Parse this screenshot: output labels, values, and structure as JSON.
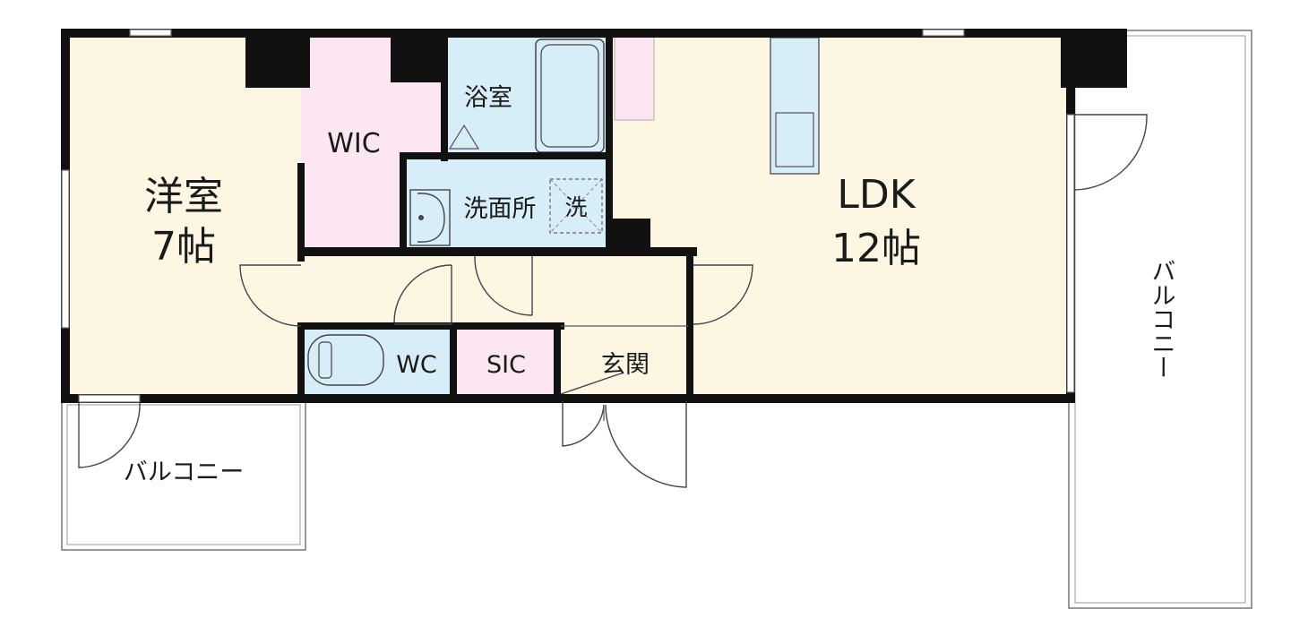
{
  "rooms": {
    "western_room_name": "洋室",
    "western_room_size": "7帖",
    "walk_in_closet": "WIC",
    "bathroom": "浴室",
    "washroom": "洗面所",
    "washer": "洗",
    "ldk_name": "LDK",
    "ldk_size": "12帖",
    "toilet": "WC",
    "shoe_closet": "SIC",
    "entrance": "玄関",
    "balcony_left": "バルコニー",
    "balcony_right": "バルコニー"
  },
  "colors": {
    "wall": "#111111",
    "floor": "#fdf6e3",
    "closet": "#fbe6f1",
    "wet_area": "#d7eef9"
  }
}
